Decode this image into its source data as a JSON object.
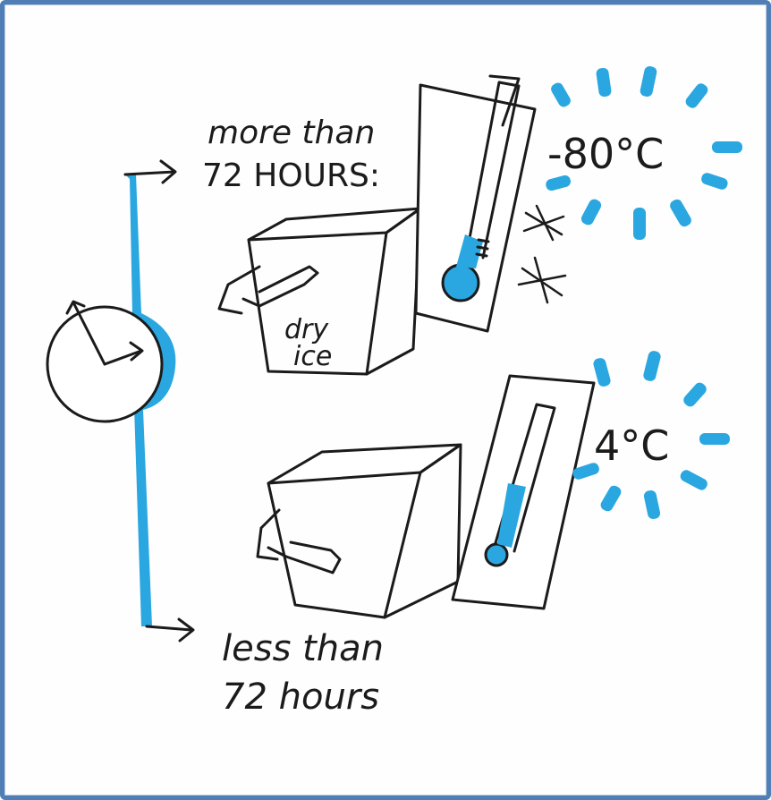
{
  "labels": {
    "top_line1": "more than",
    "top_line2": "72 HOURS:",
    "box_label_1": "dry",
    "box_label_2": "ice",
    "bottom_line1": "less than",
    "bottom_line2": "72 hours",
    "temp_cold": "-80°C",
    "temp_cool": "4°C"
  },
  "colors": {
    "accent_blue": "#2aa7e0",
    "ink": "#1b1b1b",
    "frame": "#4f7fb6"
  },
  "icons": [
    "clock-icon",
    "thermometer-icon",
    "snowflake-icon",
    "cooler-box-icon",
    "arrow-right-icon"
  ]
}
